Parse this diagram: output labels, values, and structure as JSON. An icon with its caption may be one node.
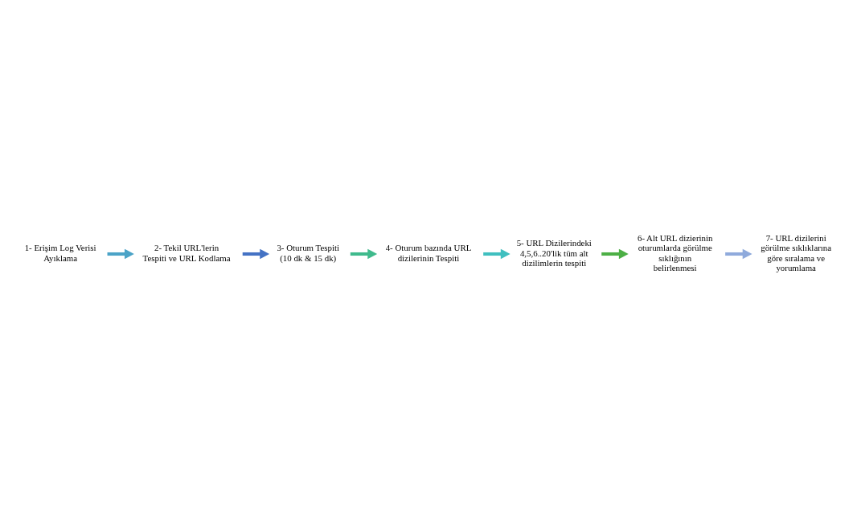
{
  "diagram": {
    "nodes": [
      {
        "text": [
          "1- Erişim Log Verisi Ayıklama"
        ]
      },
      {
        "text": [
          "2- Tekil URL'lerin Tespiti ve URL Kodlama"
        ]
      },
      {
        "text": [
          "3- Oturum Tespiti",
          "(10 dk & 15 dk)"
        ]
      },
      {
        "text": [
          "4- Oturum bazında URL dizilerinin Tespiti"
        ]
      },
      {
        "text": [
          "5- URL Dizilerindeki 4,5,6..20'lik tüm alt dizilimlerin tespiti"
        ]
      },
      {
        "text": [
          "6- Alt URL dizierinin oturumlarda görülme sıklığının belirlenmesi"
        ]
      },
      {
        "text": [
          "7- URL dizilerini görülme sıklıklarına göre sıralama ve yorumlama"
        ]
      }
    ],
    "edges": [
      {
        "from": 0,
        "to": 1,
        "arrow": "to",
        "color": "#4ba3c7"
      },
      {
        "from": 1,
        "to": 2,
        "arrow": "to",
        "color": "#4472c4"
      },
      {
        "from": 2,
        "to": 3,
        "arrow": "to",
        "color": "#3fba8c"
      },
      {
        "from": 3,
        "to": 4,
        "arrow": "to",
        "color": "#40bfbf"
      },
      {
        "from": 4,
        "to": 5,
        "arrow": "to",
        "color": "#4caf45"
      },
      {
        "from": 5,
        "to": 6,
        "arrow": "to",
        "color": "#8faadc"
      }
    ]
  }
}
